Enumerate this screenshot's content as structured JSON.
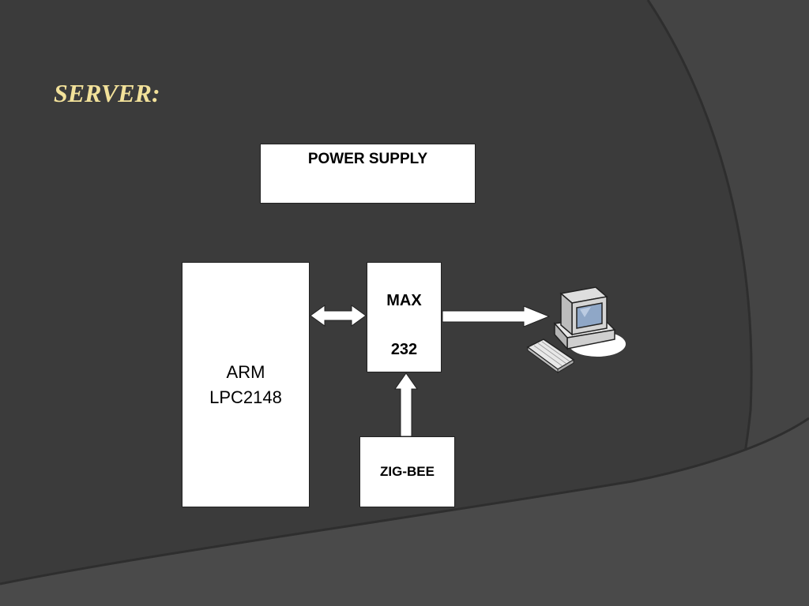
{
  "slide": {
    "title": "SERVER:"
  },
  "blocks": {
    "power_supply": "POWER SUPPLY",
    "arm_line1": "ARM",
    "arm_line2": "LPC2148",
    "max_line1": "MAX",
    "max_line2": "232",
    "zigbee": "ZIG-BEE"
  },
  "icons": {
    "computer": "desktop-computer-icon"
  },
  "colors": {
    "background": "#3b3b3b",
    "title": "#f2e19a",
    "block_fill": "#ffffff"
  }
}
